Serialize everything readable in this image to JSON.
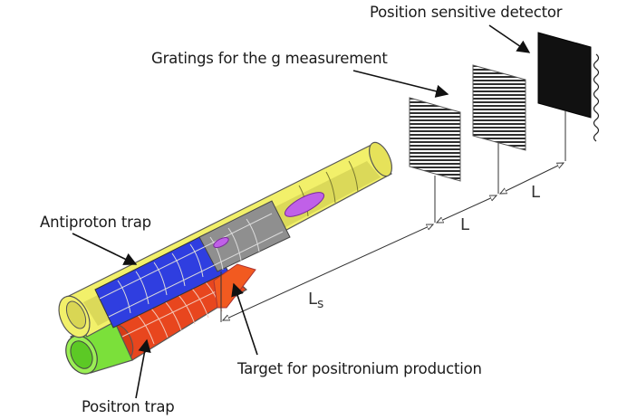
{
  "labels": {
    "detector": "Position sensitive detector",
    "gratings": "Gratings for the g measurement",
    "antiproton_trap": "Antiproton trap",
    "target": "Target for positronium production",
    "positron_trap": "Positron trap"
  },
  "dimensions": {
    "L1": "L",
    "L2": "L",
    "Ls": "L",
    "Ls_sub": "s"
  },
  "colors": {
    "antiproton_trap": "#f2f06a",
    "antiproton_core": "#2f3ee0",
    "positron_trap": "#e8461e",
    "positron_pipe": "#7be03a",
    "cloud": "#c060e8",
    "target": "#f25a20",
    "detector": "#111111",
    "grating": "#333333"
  }
}
